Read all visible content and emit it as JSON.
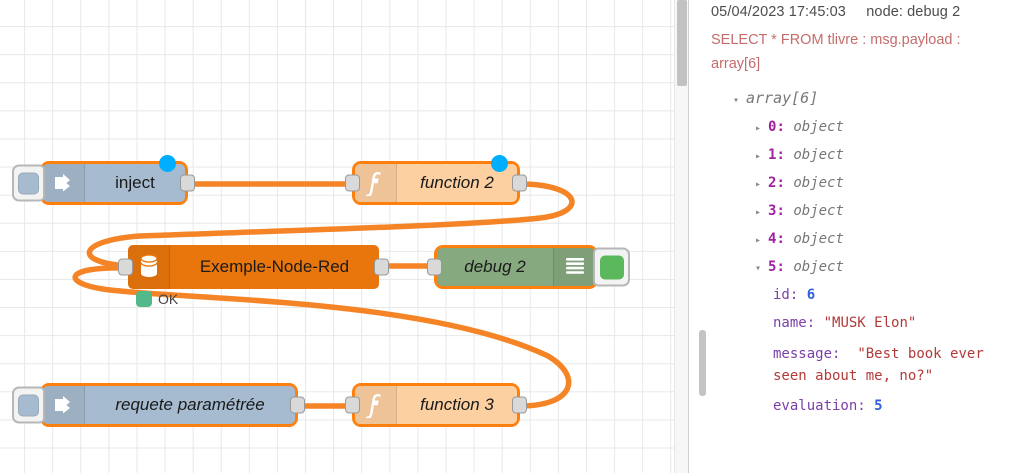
{
  "canvas": {
    "nodes": [
      {
        "id": "inject",
        "label": "inject",
        "type": "inject",
        "italic": false
      },
      {
        "id": "function2",
        "label": "function 2",
        "type": "function",
        "italic": true
      },
      {
        "id": "database",
        "label": "Exemple-Node-Red",
        "type": "database",
        "italic": false,
        "status": "OK"
      },
      {
        "id": "debug2",
        "label": "debug 2",
        "type": "debug",
        "italic": true
      },
      {
        "id": "requete",
        "label": "requete paramétrée",
        "type": "inject",
        "italic": true
      },
      {
        "id": "function3",
        "label": "function 3",
        "type": "function",
        "italic": true
      }
    ],
    "icons": {
      "inject": "arrow-right-icon",
      "function": "function-f-icon",
      "database": "database-cylinder-icon",
      "debug": "debug-lines-icon"
    },
    "colors": {
      "inject": "#a6bbcf",
      "function": "#fdd0a2",
      "database": "#e8760d",
      "debug": "#87a980",
      "wire": "#f58426",
      "selected": "#ff7f0e",
      "dirty": "#00aeff",
      "status_ok": "#53b88a"
    }
  },
  "sidebar": {
    "message": {
      "timestamp": "05/04/2023 17:45:03",
      "source": "node: debug 2",
      "topic": "SELECT * FROM tlivre : msg.payload :",
      "topic_line2": "array[6]",
      "root": {
        "key": "array[6]",
        "expanded": true
      },
      "items": [
        {
          "index": "0",
          "value": "object",
          "expanded": false
        },
        {
          "index": "1",
          "value": "object",
          "expanded": false
        },
        {
          "index": "2",
          "value": "object",
          "expanded": false
        },
        {
          "index": "3",
          "value": "object",
          "expanded": false
        },
        {
          "index": "4",
          "value": "object",
          "expanded": false
        },
        {
          "index": "5",
          "value": "object",
          "expanded": true
        }
      ],
      "expanded_object": {
        "id_key": "id:",
        "id_value": "6",
        "name_key": "name:",
        "name_value": "\"MUSK Elon\"",
        "message_key": "message:",
        "message_value_line1": "\"Best book ever",
        "message_value_line2": "seen about me, no?\"",
        "evaluation_key": "evaluation:",
        "evaluation_value": "5"
      }
    },
    "carets": {
      "collapsed": "▸",
      "expanded": "▾"
    }
  }
}
